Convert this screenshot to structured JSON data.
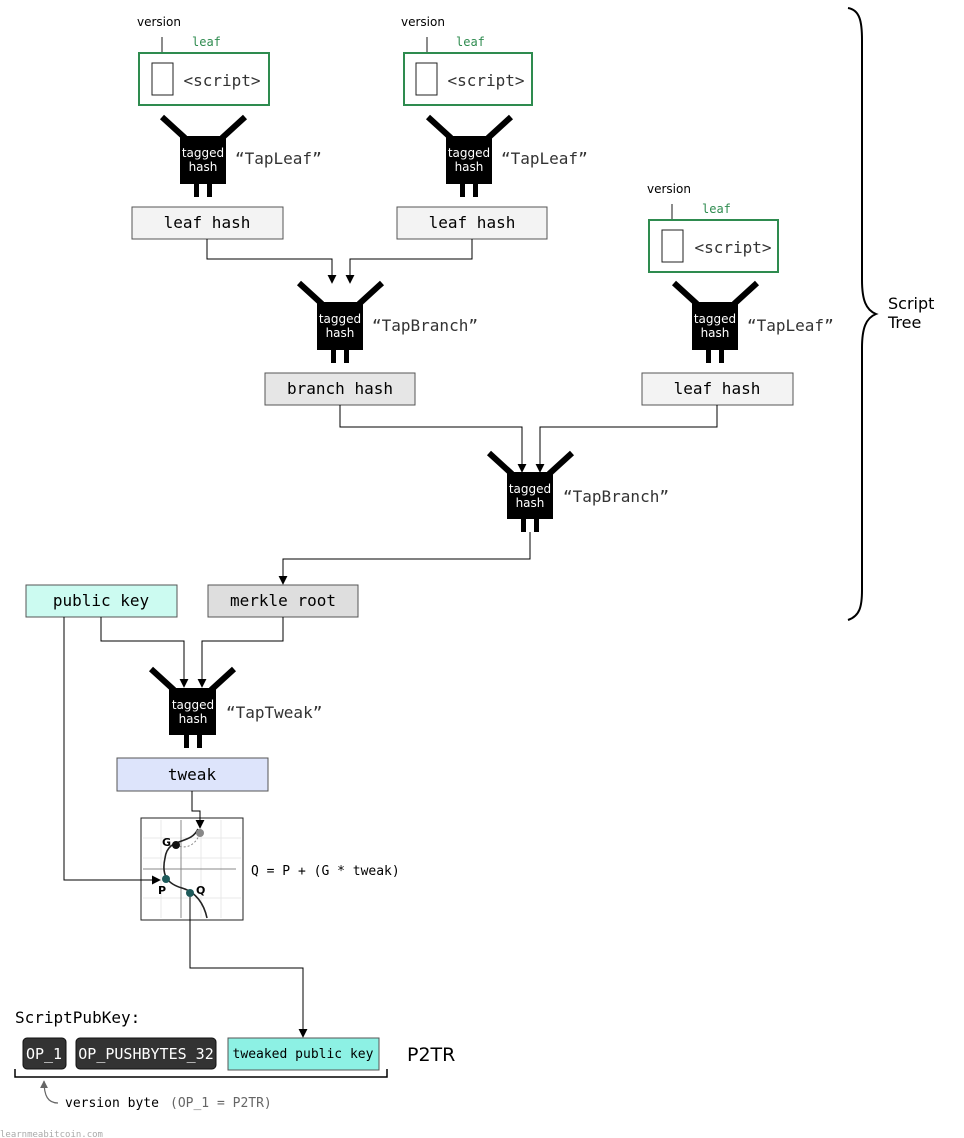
{
  "leaves": [
    {
      "version_label": "version",
      "leaf_label": "leaf",
      "script_label": "<script>",
      "hasher_text": [
        "tagged",
        "hash"
      ],
      "tag": "“TapLeaf”",
      "output": "leaf hash"
    },
    {
      "version_label": "version",
      "leaf_label": "leaf",
      "script_label": "<script>",
      "hasher_text": [
        "tagged",
        "hash"
      ],
      "tag": "“TapLeaf”",
      "output": "leaf hash"
    },
    {
      "version_label": "version",
      "leaf_label": "leaf",
      "script_label": "<script>",
      "hasher_text": [
        "tagged",
        "hash"
      ],
      "tag": "“TapLeaf”",
      "output": "leaf hash"
    }
  ],
  "branch1": {
    "hasher_text": [
      "tagged",
      "hash"
    ],
    "tag": "“TapBranch”",
    "output": "branch hash"
  },
  "branch2": {
    "hasher_text": [
      "tagged",
      "hash"
    ],
    "tag": "“TapBranch”"
  },
  "merkle_root": "merkle root",
  "public_key": "public key",
  "tweak_hasher": {
    "hasher_text": [
      "tagged",
      "hash"
    ],
    "tag": "“TapTweak”"
  },
  "tweak": "tweak",
  "curve": {
    "g_label": "G",
    "p_label": "P",
    "q_label": "Q",
    "formula": "Q = P + (G * tweak)"
  },
  "script_tree_label": [
    "Script",
    "Tree"
  ],
  "scriptpubkey": {
    "title": "ScriptPubKey:",
    "op1": "OP_1",
    "pushbytes": "OP_PUSHBYTES_32",
    "tweaked_key": "tweaked public key",
    "type": "P2TR",
    "version_byte_text": "version byte",
    "version_byte_note": "(OP_1 = P2TR)"
  },
  "watermark": "learnmeabitcoin.com",
  "colors": {
    "leaf_green": "#2e8b4f",
    "public_key_fill": "#ccfbf1",
    "merkle_fill": "#dedede",
    "tweak_fill": "#dde4fb",
    "tweaked_key_fill": "#8df1e4",
    "op_fill": "#333333",
    "box_fill": "#f3f3f3"
  }
}
